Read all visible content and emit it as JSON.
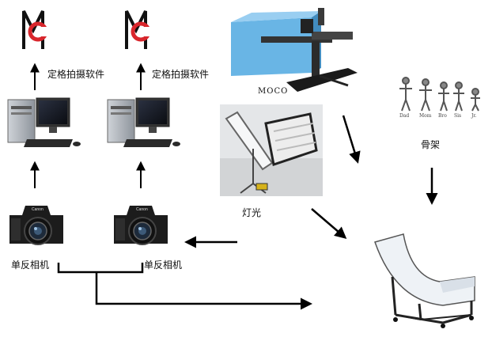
{
  "labels": {
    "software_left": "定格拍摄软件",
    "software_right": "定格拍摄软件",
    "moco": "MOCO",
    "lighting": "灯光",
    "skeleton": "骨架",
    "camera_left": "单反相机",
    "camera_right": "单反相机",
    "camera_brand": "Canon"
  },
  "skeleton_captions": [
    "Dad",
    "Mom",
    "Bro",
    "Sis",
    "Jr."
  ],
  "colors": {
    "logo_red": "#d9262c",
    "logo_black": "#111111",
    "moco_blue": "#4fa8e0",
    "arrow": "#000000"
  }
}
